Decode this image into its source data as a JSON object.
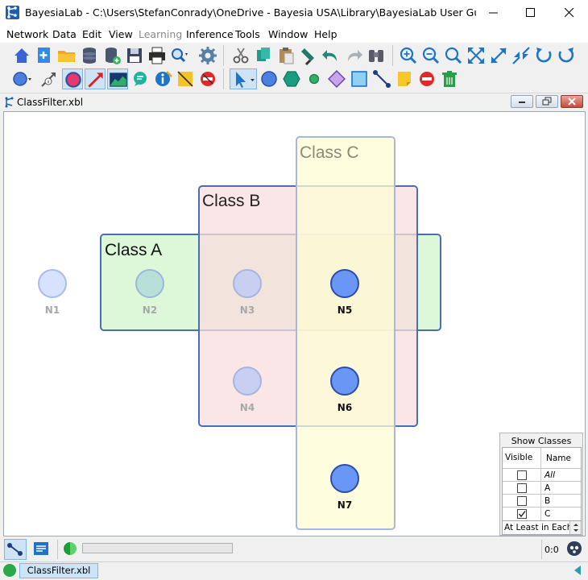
{
  "window": {
    "title": "BayesiaLab - C:\\Users\\StefanConrady\\OneDrive - Bayesia USA\\Library\\BayesiaLab User Guide\\Graph Win..."
  },
  "menu": {
    "items": [
      {
        "label": "Network",
        "disabled": false
      },
      {
        "label": "Data",
        "disabled": false
      },
      {
        "label": "Edit",
        "disabled": false
      },
      {
        "label": "View",
        "disabled": false
      },
      {
        "label": "Learning",
        "disabled": true
      },
      {
        "label": "Inference",
        "disabled": false
      },
      {
        "label": "Tools",
        "disabled": false
      },
      {
        "label": "Window",
        "disabled": false
      },
      {
        "label": "Help",
        "disabled": false
      }
    ]
  },
  "toolbar": {
    "row1": [
      "home-icon",
      "new-network-icon",
      "open-folder-icon",
      "database-icon",
      "database-associate-icon",
      "save-icon",
      "print-icon",
      "search-icon",
      "settings-icon",
      "cut-icon",
      "copy-icon",
      "paste-icon",
      "format-painter-icon",
      "undo-icon",
      "redo-icon",
      "binoculars-icon",
      "zoom-in-icon",
      "zoom-out-icon",
      "zoom-fit-icon",
      "expand-icon",
      "fullscreen-icon",
      "compress-icon",
      "rotate-left-icon",
      "rotate-right-icon"
    ],
    "row2": [
      "node-style-icon",
      "arc-info-icon",
      "node-selected-icon",
      "arc-red-icon",
      "chart-icon",
      "comment-icon",
      "info-icon",
      "disable-node-icon",
      "cancel-node-icon",
      "select-arrow-icon",
      "add-node-icon",
      "add-constraint-node-icon",
      "add-small-node-icon",
      "add-decision-node-icon",
      "add-utility-node-icon",
      "add-arc-icon",
      "add-note-icon",
      "delete-icon",
      "trash-icon"
    ]
  },
  "frame": {
    "title": "ClassFilter.xbl"
  },
  "graph": {
    "classes": [
      {
        "label": "Class A",
        "fill": "#d9f7d4",
        "stroke": "#4a6fb0"
      },
      {
        "label": "Class B",
        "fill": "#f8dede",
        "stroke": "#4a6fb0"
      },
      {
        "label": "Class C",
        "fill": "#fefdd4",
        "stroke": "#a8b8dc"
      }
    ],
    "nodes": [
      {
        "label": "N1",
        "active": false
      },
      {
        "label": "N2",
        "active": false
      },
      {
        "label": "N3",
        "active": false
      },
      {
        "label": "N4",
        "active": false
      },
      {
        "label": "N5",
        "active": true
      },
      {
        "label": "N6",
        "active": true
      },
      {
        "label": "N7",
        "active": true
      }
    ],
    "colors": {
      "active_node": "#6a96f5",
      "node_stroke": "#2c4ca8",
      "faded_label": "#a8a8a8"
    }
  },
  "show_classes": {
    "title": "Show Classes",
    "col_visible": "Visible",
    "col_name": "Name",
    "rows": [
      {
        "name": "All",
        "checked": false
      },
      {
        "name": "A",
        "checked": false
      },
      {
        "name": "B",
        "checked": false
      },
      {
        "name": "C",
        "checked": true
      }
    ],
    "mode": "At Least in Each"
  },
  "status": {
    "coords": "0:0"
  },
  "taskbar": {
    "tab_label": "ClassFilter.xbl"
  }
}
